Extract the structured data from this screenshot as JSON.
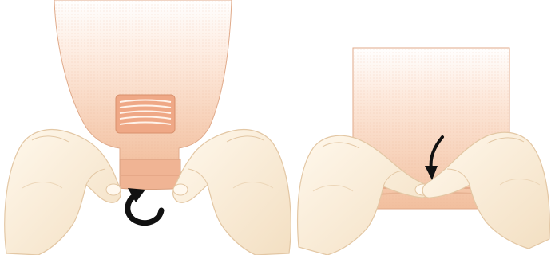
{
  "figure": {
    "panels": [
      {
        "step": "fold-outlet-tail-upward",
        "arrow": "curved-clockwise",
        "device": "ostomy-pouch-outlet-with-hook-and-loop-closure"
      },
      {
        "step": "press-folded-outlet-down",
        "arrow": "curved-down",
        "device": "ostomy-pouch-bottom"
      }
    ],
    "colors": {
      "pouch": "#f3c2a2",
      "pouch_fade": "#fde9dc",
      "outline": "#d9a07f",
      "skin": "#fcefdc",
      "skin_shadow": "#e9cfae",
      "arrow": "#111111",
      "closure_strip": "#efa886"
    }
  }
}
